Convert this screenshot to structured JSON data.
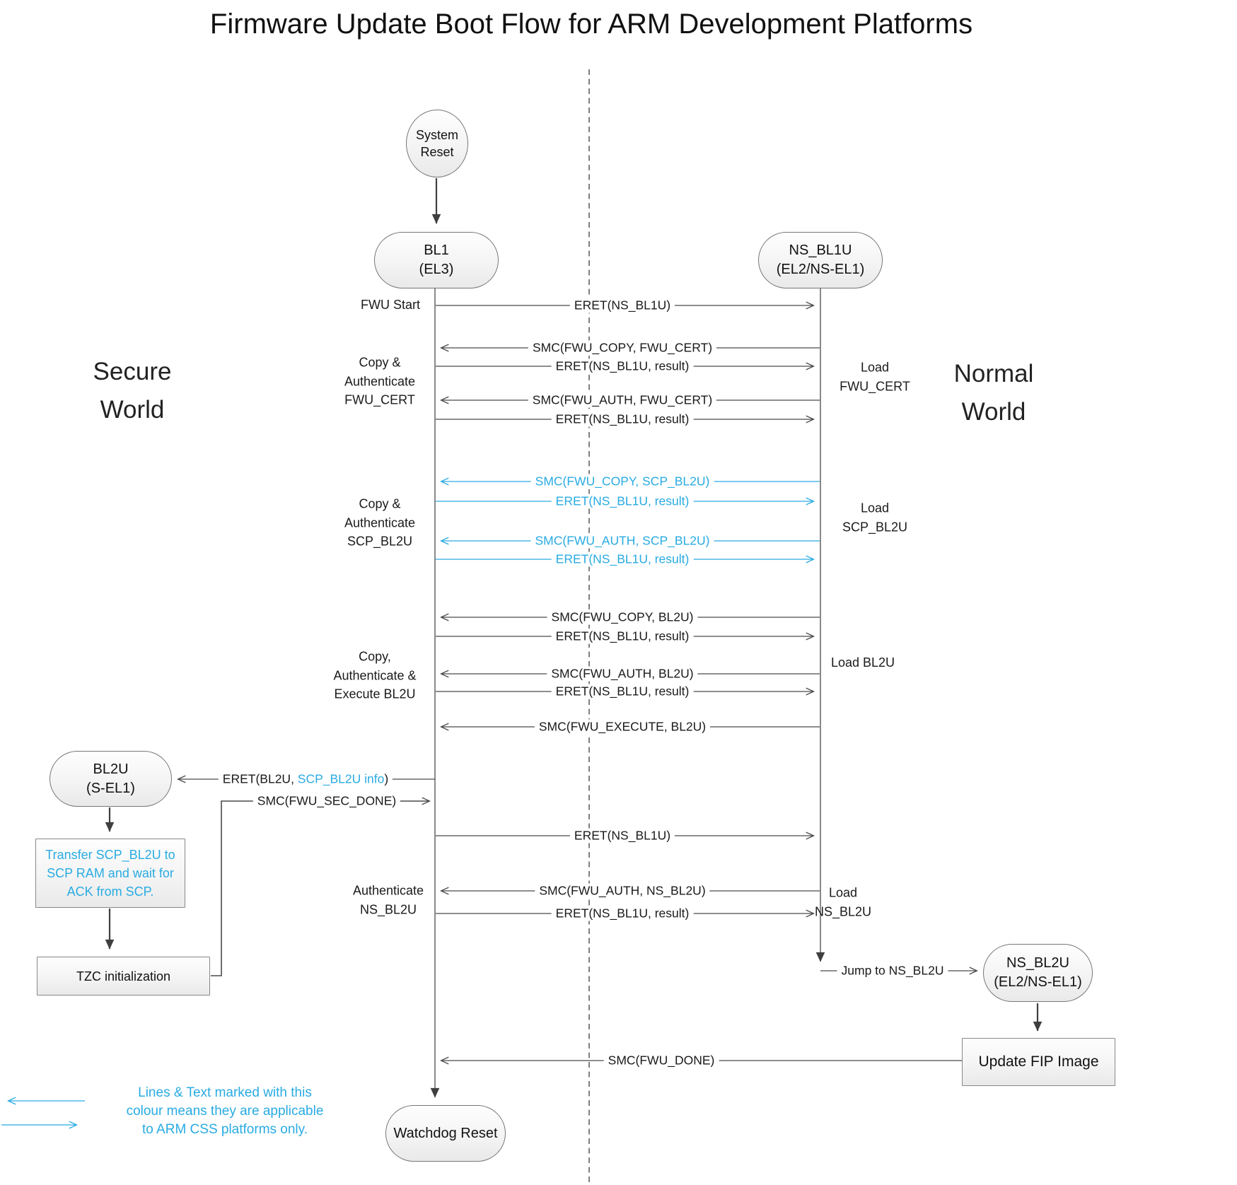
{
  "title": "Firmware Update Boot Flow for ARM Development Platforms",
  "worlds": {
    "secure_line1": "Secure",
    "secure_line2": "World",
    "normal_line1": "Normal",
    "normal_line2": "World"
  },
  "nodes": {
    "system_reset": {
      "line1": "System",
      "line2": "Reset"
    },
    "bl1": {
      "line1": "BL1",
      "line2": "(EL3)"
    },
    "ns_bl1u": {
      "line1": "NS_BL1U",
      "line2": "(EL2/NS-EL1)"
    },
    "bl2u": {
      "line1": "BL2U",
      "line2": "(S-EL1)"
    },
    "ns_bl2u": {
      "line1": "NS_BL2U",
      "line2": "(EL2/NS-EL1)"
    },
    "watchdog_reset": {
      "label": "Watchdog Reset"
    },
    "transfer_scp_bl2u": {
      "line1": "Transfer SCP_BL2U to",
      "line2": "SCP RAM and wait for",
      "line3": "ACK from SCP."
    },
    "tzc_init": {
      "label": "TZC initialization"
    },
    "update_fip": {
      "label": "Update FIP Image"
    }
  },
  "messages": [
    {
      "label": "ERET(NS_BL1U)"
    },
    {
      "label": "SMC(FWU_COPY, FWU_CERT)"
    },
    {
      "label": "ERET(NS_BL1U, result)"
    },
    {
      "label": "SMC(FWU_AUTH, FWU_CERT)"
    },
    {
      "label": "ERET(NS_BL1U, result)"
    },
    {
      "label": "SMC(FWU_COPY, SCP_BL2U)"
    },
    {
      "label": "ERET(NS_BL1U, result)"
    },
    {
      "label": "SMC(FWU_AUTH, SCP_BL2U)"
    },
    {
      "label": "ERET(NS_BL1U, result)"
    },
    {
      "label": "SMC(FWU_COPY, BL2U)"
    },
    {
      "label": "ERET(NS_BL1U, result)"
    },
    {
      "label": "SMC(FWU_AUTH, BL2U)"
    },
    {
      "label": "ERET(NS_BL1U, result)"
    },
    {
      "label": "SMC(FWU_EXECUTE, BL2U)"
    },
    {
      "pre": "ERET(BL2U, ",
      "highlight": "SCP_BL2U info",
      "post": ")"
    },
    {
      "label": "SMC(FWU_SEC_DONE)"
    },
    {
      "label": "ERET(NS_BL1U)"
    },
    {
      "label": "SMC(FWU_AUTH, NS_BL2U)"
    },
    {
      "label": "ERET(NS_BL1U, result)"
    },
    {
      "label": "Jump to NS_BL2U"
    },
    {
      "label": "SMC(FWU_DONE)"
    }
  ],
  "phase_labels": {
    "fwu_start": "FWU Start",
    "copy_auth_fwu_cert": {
      "line1": "Copy &",
      "line2": "Authenticate",
      "line3": "FWU_CERT"
    },
    "copy_auth_scp_bl2u": {
      "line1": "Copy &",
      "line2": "Authenticate",
      "line3": "SCP_BL2U"
    },
    "copy_auth_exec_bl2u": {
      "line1": "Copy,",
      "line2": "Authenticate &",
      "line3": "Execute BL2U"
    },
    "auth_ns_bl2u": {
      "line1": "Authenticate",
      "line2": "NS_BL2U"
    },
    "load_fwu_cert": {
      "line1": "Load",
      "line2": "FWU_CERT"
    },
    "load_scp_bl2u": {
      "line1": "Load",
      "line2": "SCP_BL2U"
    },
    "load_bl2u": "Load BL2U",
    "load_ns_bl2u": {
      "line1": "Load",
      "line2": "NS_BL2U"
    }
  },
  "legend": {
    "line1": "Lines & Text marked with this",
    "line2": "colour means they are applicable",
    "line3": "to ARM CSS platforms only."
  },
  "colors": {
    "css_accent_blue": "#29abe2",
    "line_color": "#4a4a4a"
  }
}
